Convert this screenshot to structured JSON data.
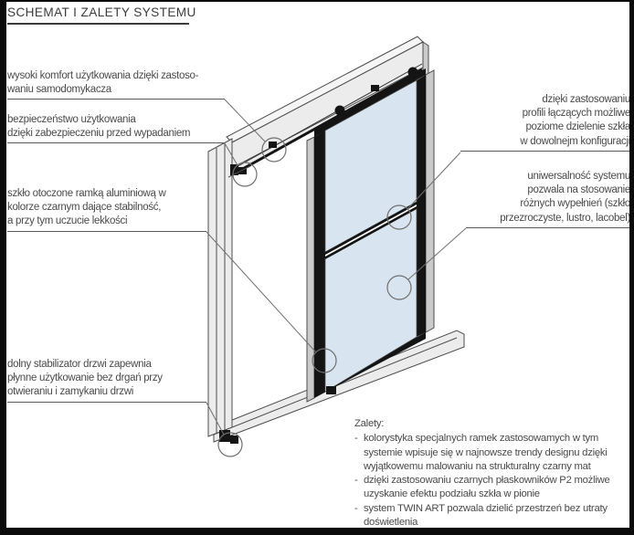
{
  "title": "SCHEMAT I ZALETY SYSTEMU",
  "annotations": {
    "left": [
      {
        "id": "self-closer",
        "text": "wysoki komfort użytkowania dzięki zastoso-\nwaniu samodomykacza"
      },
      {
        "id": "anti-fall-safety",
        "text": "bezpieczeństwo użytkowania\ndzięki zabezpieczeniu przed wypadaniem"
      },
      {
        "id": "aluminium-frame",
        "text": "szkło otoczone ramką aluminiową w\nkolorze czarnym dające stabilność,\na przy tym uczucie lekkości"
      },
      {
        "id": "bottom-stabilizer",
        "text": "dolny stabilizator drzwi zapewnia\npłynne użytkowanie bez drgań przy\notwieraniu i zamykaniu drzwi"
      }
    ],
    "right": [
      {
        "id": "joining-profiles",
        "text": "dzięki zastosowaniu\nprofili łączących możliwe\npoziome dzielenie szkła\nw dowolnejm konfiguracji"
      },
      {
        "id": "universal-fillings",
        "text": "uniwersalność systemu\npozwala na stosowanie\nróżnych wypełnień (szkło\nprzezroczyste, lustro, lacobel)"
      }
    ]
  },
  "advantages": {
    "heading": "Zalety:",
    "items": [
      "kolorystyka specjalnych ramek zastosowamych w tym\nsystemie wpisuje się w najnowsze trendy designu dzięki\nwyjątkowemu malowaniu na strukturalny czarny mat",
      "dzięki zastosowaniu czarnych płaskowników P2 możliwe\nuzyskanie efektu podziału szkła w pionie",
      "system TWIN ART pozwala dzielić przestrzeń bez utraty\ndoświetlenia"
    ]
  },
  "colors": {
    "background": "#ffffff",
    "frame_border": "#0b0b0b",
    "text": "#4a4a4a",
    "outline": "#4d4d4d",
    "profile_black": "#141414",
    "metal_fill": "#ececec",
    "metal_side": "#cbcbcb",
    "glass": "#d8e4ef",
    "leader": "#6f6f6f"
  }
}
